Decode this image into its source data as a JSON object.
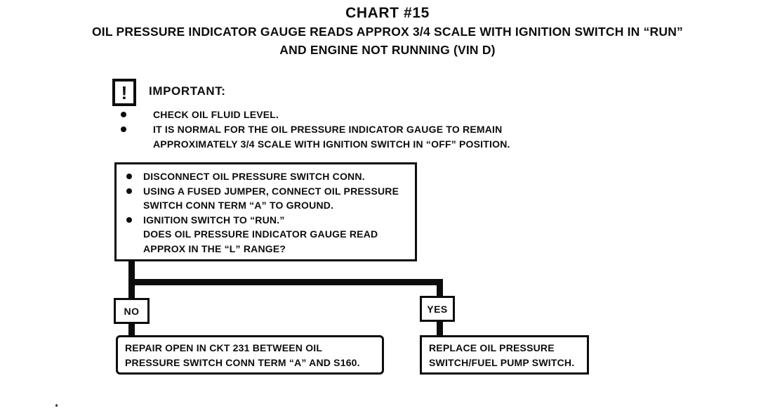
{
  "header": {
    "title": "CHART #15",
    "subtitle_line1": "OIL PRESSURE INDICATOR GAUGE READS APPROX 3/4 SCALE WITH IGNITION SWITCH IN “RUN”",
    "subtitle_line2": "AND ENGINE NOT RUNNING (VIN D)"
  },
  "important": {
    "icon_glyph": "!",
    "heading": "IMPORTANT:",
    "bullets": [
      {
        "lines": [
          "CHECK OIL FLUID LEVEL."
        ]
      },
      {
        "lines": [
          "IT IS NORMAL FOR THE OIL PRESSURE INDICATOR GAUGE TO REMAIN",
          "APPROXIMATELY 3/4 SCALE WITH IGNITION SWITCH IN “OFF” POSITION."
        ]
      }
    ]
  },
  "flowchart": {
    "step_box": {
      "items": [
        {
          "lines": [
            "DISCONNECT OIL PRESSURE SWITCH CONN."
          ]
        },
        {
          "lines": [
            "USING A FUSED JUMPER, CONNECT OIL PRESSURE",
            "SWITCH CONN TERM “A” TO GROUND."
          ]
        },
        {
          "lines": [
            "IGNITION SWITCH TO “RUN.”",
            "DOES OIL PRESSURE INDICATOR GAUGE READ",
            "APPROX IN THE “L” RANGE?"
          ]
        }
      ]
    },
    "no_label": "NO",
    "yes_label": "YES",
    "no_result": {
      "lines": [
        "REPAIR OPEN IN CKT 231 BETWEEN OIL",
        "PRESSURE SWITCH CONN TERM “A” AND S160."
      ]
    },
    "yes_result": {
      "lines": [
        "REPLACE OIL PRESSURE",
        "SWITCH/FUEL PUMP SWITCH."
      ]
    }
  },
  "colors": {
    "ink": "#0d0d0d",
    "paper": "#ffffff"
  }
}
